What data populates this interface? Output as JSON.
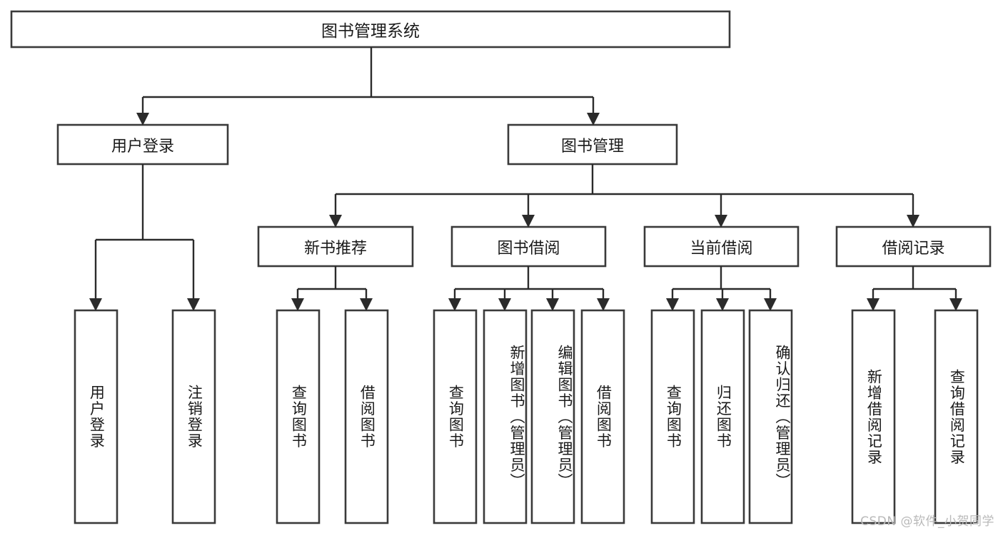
{
  "diagram": {
    "type": "hierarchy-tree",
    "title": "图书管理系统",
    "root": {
      "id": "root",
      "label": "图书管理系统",
      "orientation": "horizontal"
    },
    "level2": [
      {
        "id": "user-login",
        "label": "用户登录",
        "orientation": "horizontal"
      },
      {
        "id": "book-management",
        "label": "图书管理",
        "orientation": "horizontal"
      }
    ],
    "level3": [
      {
        "id": "new-book-recommend",
        "label": "新书推荐",
        "parent": "book-management",
        "orientation": "horizontal"
      },
      {
        "id": "book-borrow",
        "label": "图书借阅",
        "parent": "book-management",
        "orientation": "horizontal"
      },
      {
        "id": "current-borrow",
        "label": "当前借阅",
        "parent": "book-management",
        "orientation": "horizontal"
      },
      {
        "id": "borrow-record",
        "label": "借阅记录",
        "parent": "book-management",
        "orientation": "horizontal"
      }
    ],
    "leaves": [
      {
        "id": "leaf-user-login",
        "label": "用户登录",
        "parent": "user-login",
        "orientation": "vertical"
      },
      {
        "id": "leaf-logout-login",
        "label": "注销登录",
        "parent": "user-login",
        "orientation": "vertical"
      },
      {
        "id": "leaf-query-book-1",
        "label": "查询图书",
        "parent": "new-book-recommend",
        "orientation": "vertical"
      },
      {
        "id": "leaf-borrow-book-1",
        "label": "借阅图书",
        "parent": "new-book-recommend",
        "orientation": "vertical"
      },
      {
        "id": "leaf-query-book-2",
        "label": "查询图书",
        "parent": "book-borrow",
        "orientation": "vertical"
      },
      {
        "id": "leaf-add-book",
        "label": "新增图书（管理员）",
        "parent": "book-borrow",
        "orientation": "vertical"
      },
      {
        "id": "leaf-edit-book",
        "label": "编辑图书（管理员）",
        "parent": "book-borrow",
        "orientation": "vertical"
      },
      {
        "id": "leaf-borrow-book-2",
        "label": "借阅图书",
        "parent": "book-borrow",
        "orientation": "vertical"
      },
      {
        "id": "leaf-query-book-3",
        "label": "查询图书",
        "parent": "current-borrow",
        "orientation": "vertical"
      },
      {
        "id": "leaf-return-book",
        "label": "归还图书",
        "parent": "current-borrow",
        "orientation": "vertical"
      },
      {
        "id": "leaf-confirm-return",
        "label": "确认归还（管理员）",
        "parent": "current-borrow",
        "orientation": "vertical"
      },
      {
        "id": "leaf-add-borrow-record",
        "label": "新增借阅记录",
        "parent": "borrow-record",
        "orientation": "vertical"
      },
      {
        "id": "leaf-query-borrow-record",
        "label": "查询借阅记录",
        "parent": "borrow-record",
        "orientation": "vertical"
      }
    ],
    "colors": {
      "box_stroke": "#3a3a3a",
      "box_fill": "#ffffff",
      "connector": "#2b2b2b",
      "text": "#1a1a1a",
      "background": "#ffffff",
      "watermark": "#b9b9b9"
    }
  },
  "watermark": {
    "text": "CSDN @软件_小贺同学"
  }
}
